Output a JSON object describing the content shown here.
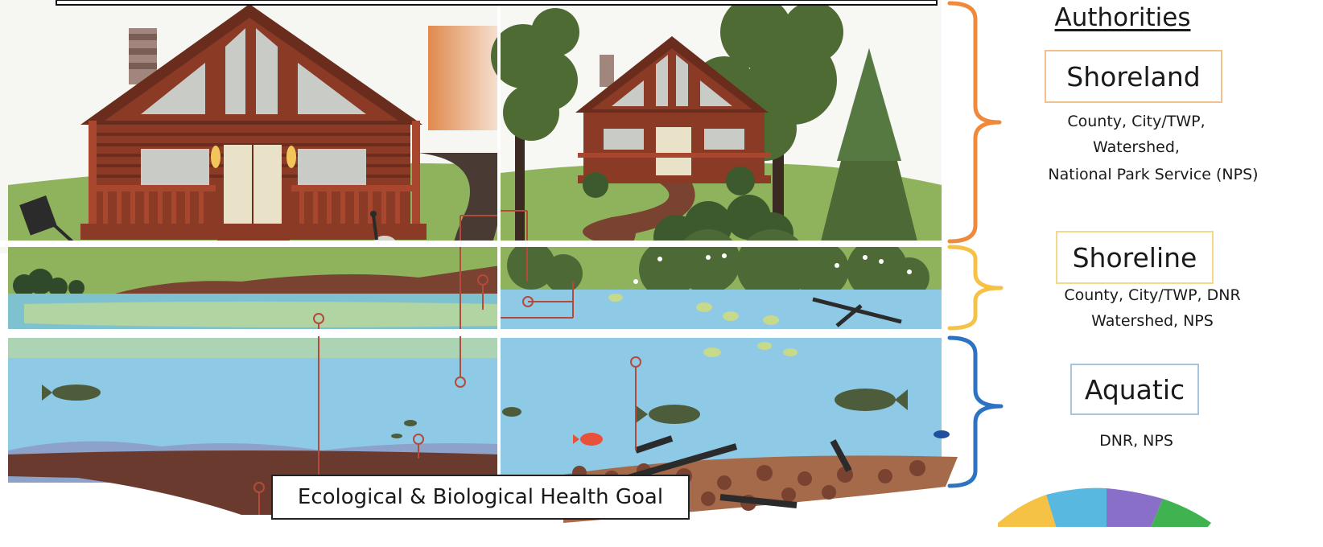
{
  "heading": "Authorities",
  "zones": [
    {
      "name": "Shoreland",
      "agencies": [
        "County, City/TWP,",
        "Watershed,",
        "National Park Service (NPS)"
      ],
      "color": "#ef8a3c"
    },
    {
      "name": "Shoreline",
      "agencies": [
        "County, City/TWP, DNR",
        "Watershed, NPS"
      ],
      "color": "#f5c245"
    },
    {
      "name": "Aquatic",
      "agencies": [
        "DNR, NPS"
      ],
      "color": "#2d73c2"
    }
  ],
  "goal": "Ecological & Biological Health Goal",
  "colors": {
    "sky": "#f7f7f4",
    "grass": "#8fb35d",
    "water_shallow": "#8ec9e6",
    "water_deep": "#7fbde3",
    "cabin": "#8a3a25",
    "tree_dark": "#4f6b34",
    "tree_mid": "#6c8a43",
    "sediment": "#6b3a2a",
    "gravel": "#a56a4a"
  },
  "icons": [
    "house-icon",
    "mower-icon",
    "goose-icon",
    "tree-icon",
    "fish-icon",
    "puzzle-wheel-icon"
  ]
}
